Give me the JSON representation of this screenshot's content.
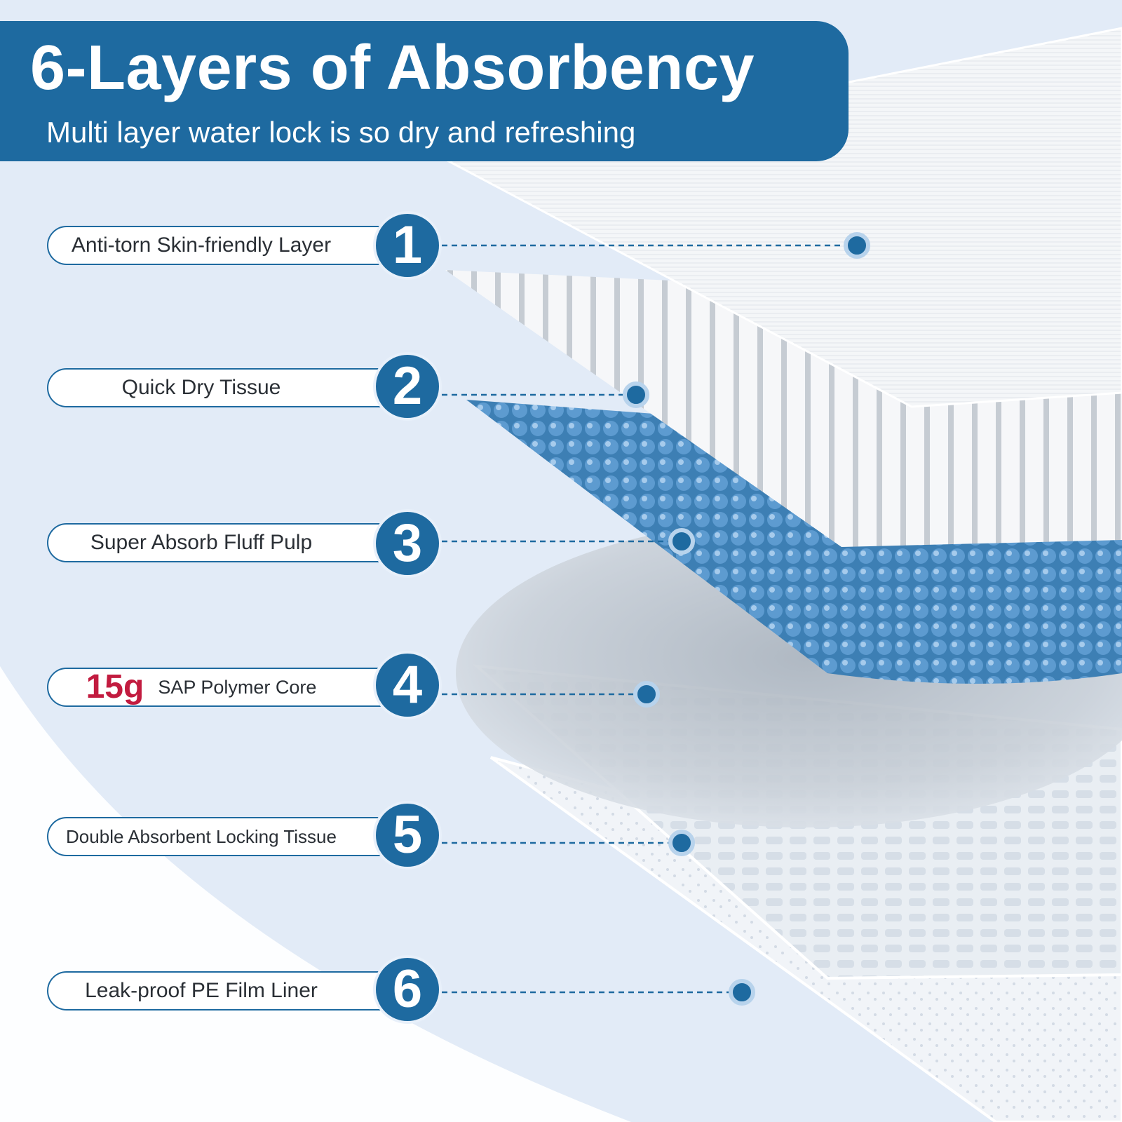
{
  "header": {
    "title": "6-Layers of Absorbency",
    "subtitle": "Multi layer water lock is so dry and refreshing"
  },
  "layers": [
    {
      "number": "1",
      "label": "Anti-torn Skin-friendly Layer"
    },
    {
      "number": "2",
      "label": "Quick Dry Tissue"
    },
    {
      "number": "3",
      "label": "Super Absorb Fluff Pulp"
    },
    {
      "number": "4",
      "highlight": "15g",
      "label": "SAP Polymer Core"
    },
    {
      "number": "5",
      "label": "Double Absorbent Locking Tissue"
    },
    {
      "number": "6",
      "label": "Leak-proof PE Film Liner"
    }
  ],
  "colors": {
    "brand_blue": "#1e6aa0",
    "highlight_red": "#c21b3f",
    "background": "#e2ebf7"
  }
}
